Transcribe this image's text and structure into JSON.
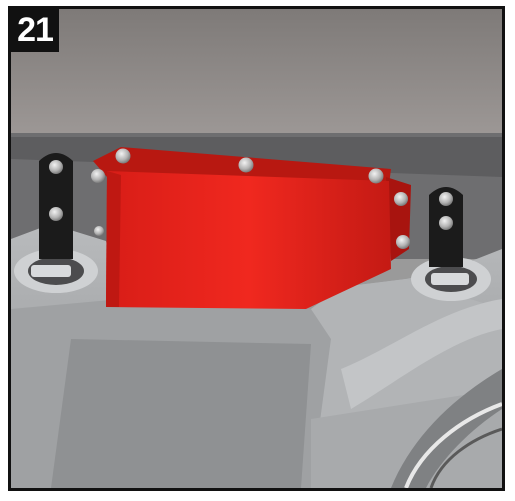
{
  "step": {
    "number": "21"
  },
  "colors": {
    "frame": "#111111",
    "ceiling": "#8a8583",
    "plate": "#e0201a",
    "bracket": "#1a1a1a",
    "floor": "#a6a8aa",
    "bolt": "#c0c0c0"
  },
  "illustration": {
    "subject": "red-plate-mounted-under-vehicle-frame",
    "parts": [
      "red-cover-plate",
      "left-bracket",
      "right-bracket",
      "mounting-bolts",
      "frame-rail"
    ]
  }
}
